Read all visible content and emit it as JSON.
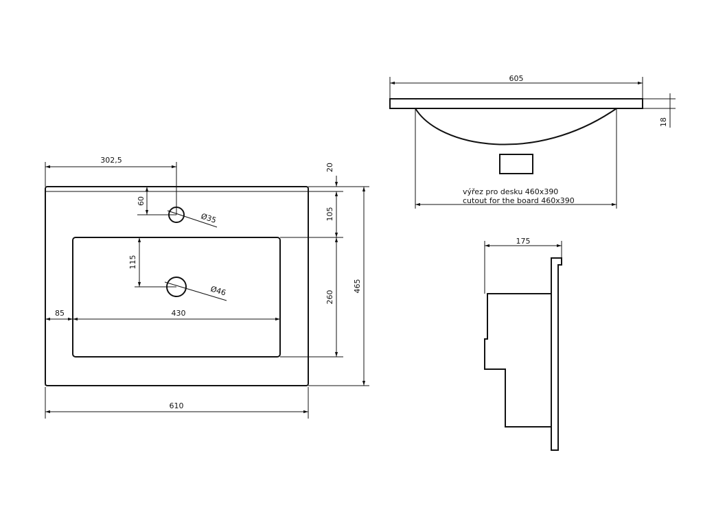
{
  "top_view": {
    "dim_width": "610",
    "dim_tap_offset": "302,5",
    "dim_rim": "20",
    "dim_tap_from_rim": "60",
    "dim_tap_to_basin": "105",
    "dim_basin_height": "260",
    "dim_total_depth": "465",
    "dim_drain_from_top": "115",
    "dim_basin_left_margin": "85",
    "dim_basin_width": "430",
    "tap_hole_diameter": "Ø35",
    "drain_diameter": "Ø46"
  },
  "front_view": {
    "dim_width": "605",
    "dim_thickness": "18",
    "cutout_note_cz": "výřez pro desku 460x390",
    "cutout_note_en": "cutout for the board 460x390"
  },
  "side_view": {
    "dim_depth": "175"
  }
}
